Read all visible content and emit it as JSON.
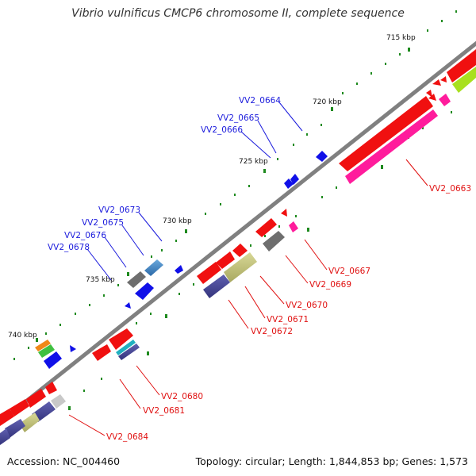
{
  "title": "Vibrio vulnificus CMCP6 chromosome II, complete sequence",
  "footer": {
    "accession": "Accession: NC_004460",
    "topology": "Topology: circular; Length: 1,844,853 bp; Genes: 1,573"
  },
  "scale_labels": [
    "715 kbp",
    "720 kbp",
    "725 kbp",
    "730 kbp",
    "735 kbp",
    "740 kbp"
  ],
  "gene_labels_upper": [
    "VV2_0664",
    "VV2_0665",
    "VV2_0666",
    "VV2_0673",
    "VV2_0675",
    "VV2_0676",
    "VV2_0678"
  ],
  "gene_labels_lower": [
    "VV2_0663",
    "VV2_0667",
    "VV2_0669",
    "VV2_0670",
    "VV2_0671",
    "VV2_0672",
    "VV2_0680",
    "VV2_0681",
    "VV2_0684"
  ],
  "colors": {
    "backbone": "#808080",
    "scale_tick": "#1e8a1e",
    "upper_label": "#1a1adc",
    "lower_label": "#e01010",
    "gene_red": "#f01010",
    "gene_pink": "#ff1c9c",
    "gene_blue": "#1010e8",
    "gene_gray": "#6e6e6e",
    "gene_olive": "#c8c878",
    "gene_indigo": "#4a4a98",
    "gene_steel": "#4a88c4",
    "gene_lime": "#a8e020",
    "gene_orange": "#f08818",
    "gene_green": "#40c040"
  }
}
